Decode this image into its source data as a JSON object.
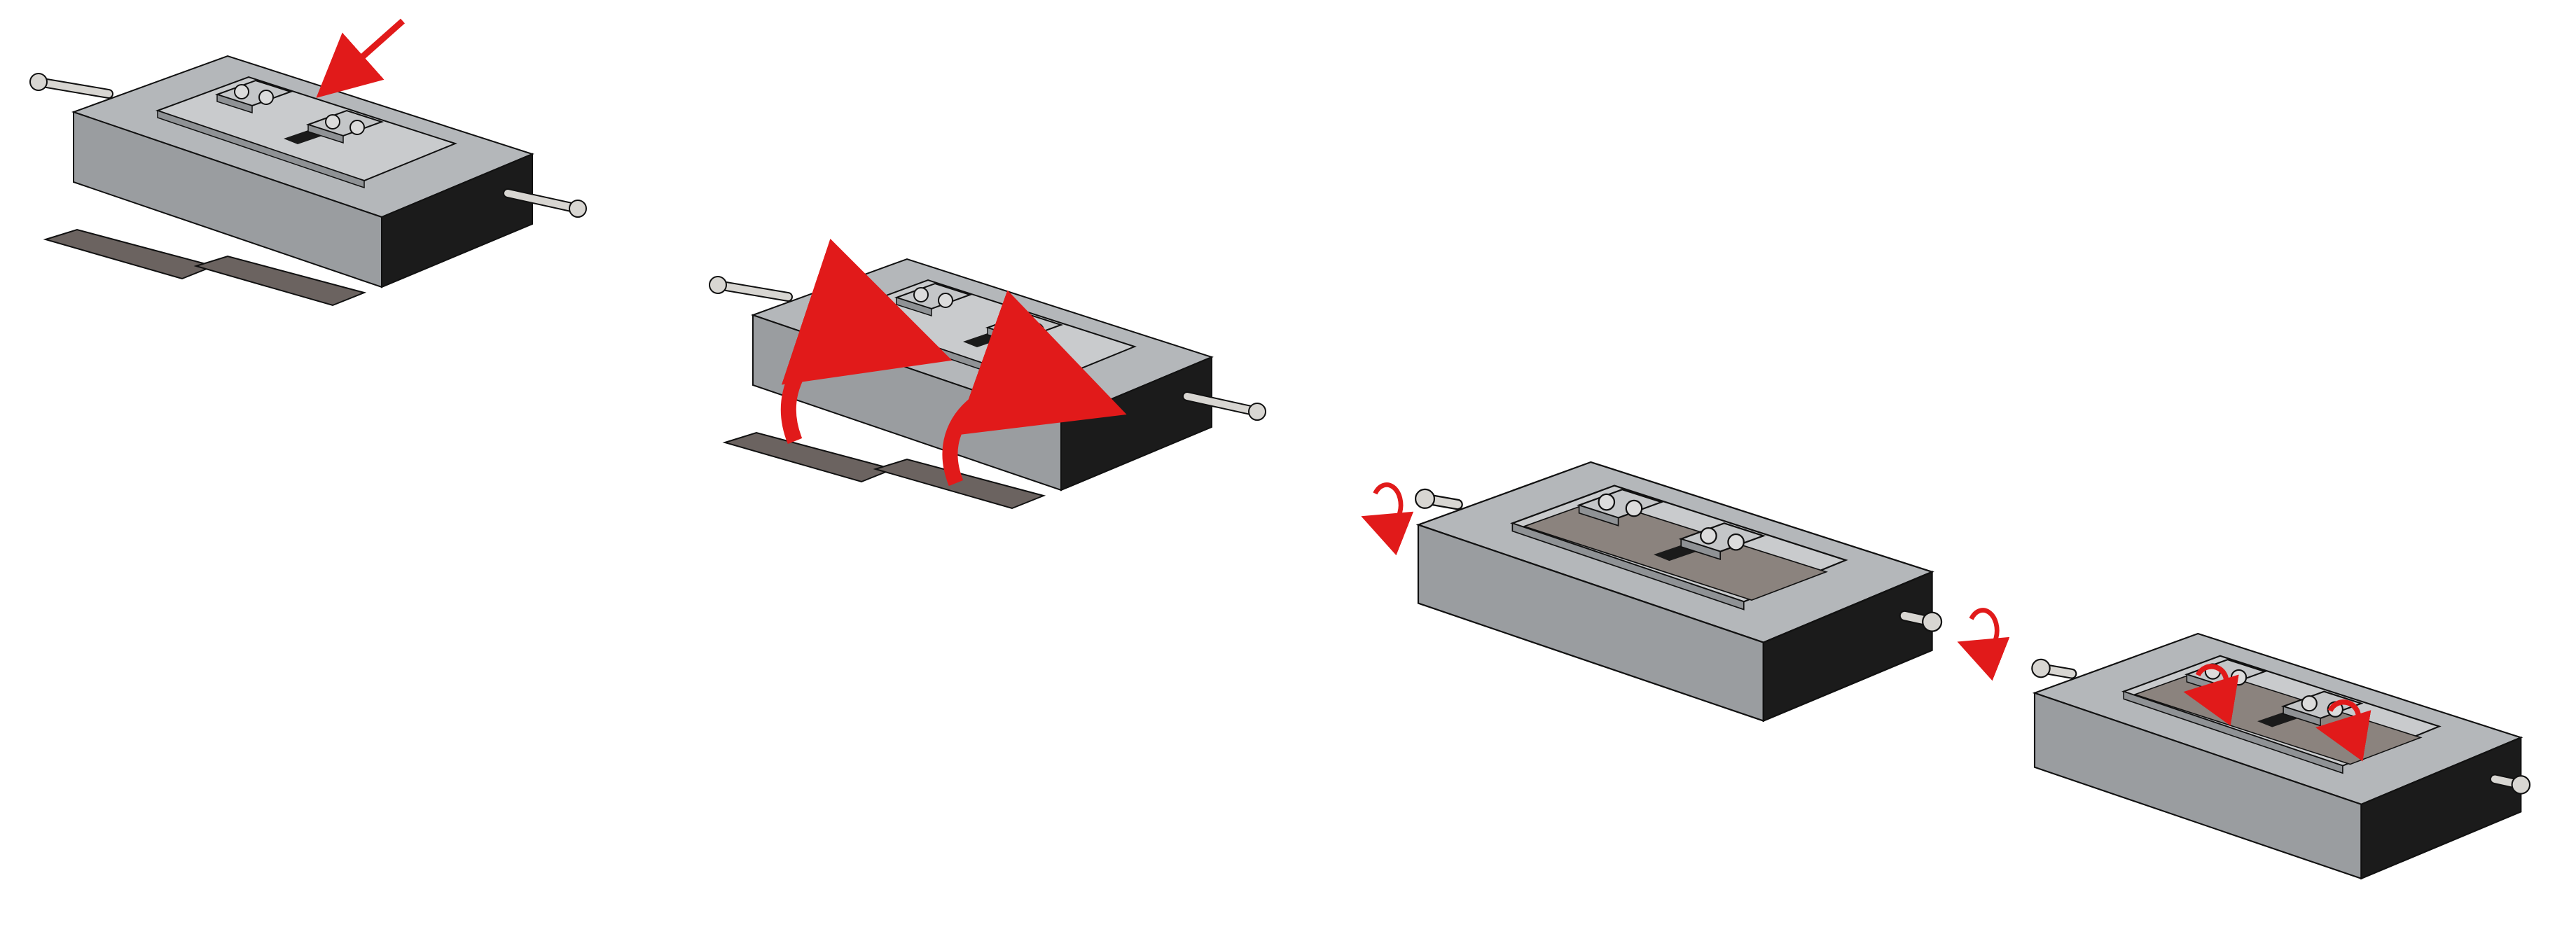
{
  "diagram": {
    "description_visible_text": "",
    "steps": [
      {
        "id": 1,
        "action": "insert",
        "shows_pins_extended": true,
        "strips_outside": true
      },
      {
        "id": 2,
        "action": "place-strips",
        "shows_pins_extended": true,
        "strips_outside": true
      },
      {
        "id": 3,
        "action": "tighten-side-pins",
        "shows_pins_extended": false,
        "strips_outside": false
      },
      {
        "id": 4,
        "action": "tighten-clamp-screws",
        "shows_pins_extended": false,
        "strips_outside": false
      }
    ],
    "colors": {
      "body_top": "#b4b7ba",
      "body_front": "#9a9da0",
      "body_side": "#1b1b1b",
      "pocket": "#c9cbcd",
      "strip": "#6b6360",
      "strip_in_fixture": "#8b837e",
      "pin": "#d8d6d2",
      "arrow": "#e11a1a",
      "outline": "#111111"
    },
    "icons": [
      "insert-arrow-icon",
      "curved-place-arrow-icon",
      "rotate-arrow-icon"
    ]
  }
}
